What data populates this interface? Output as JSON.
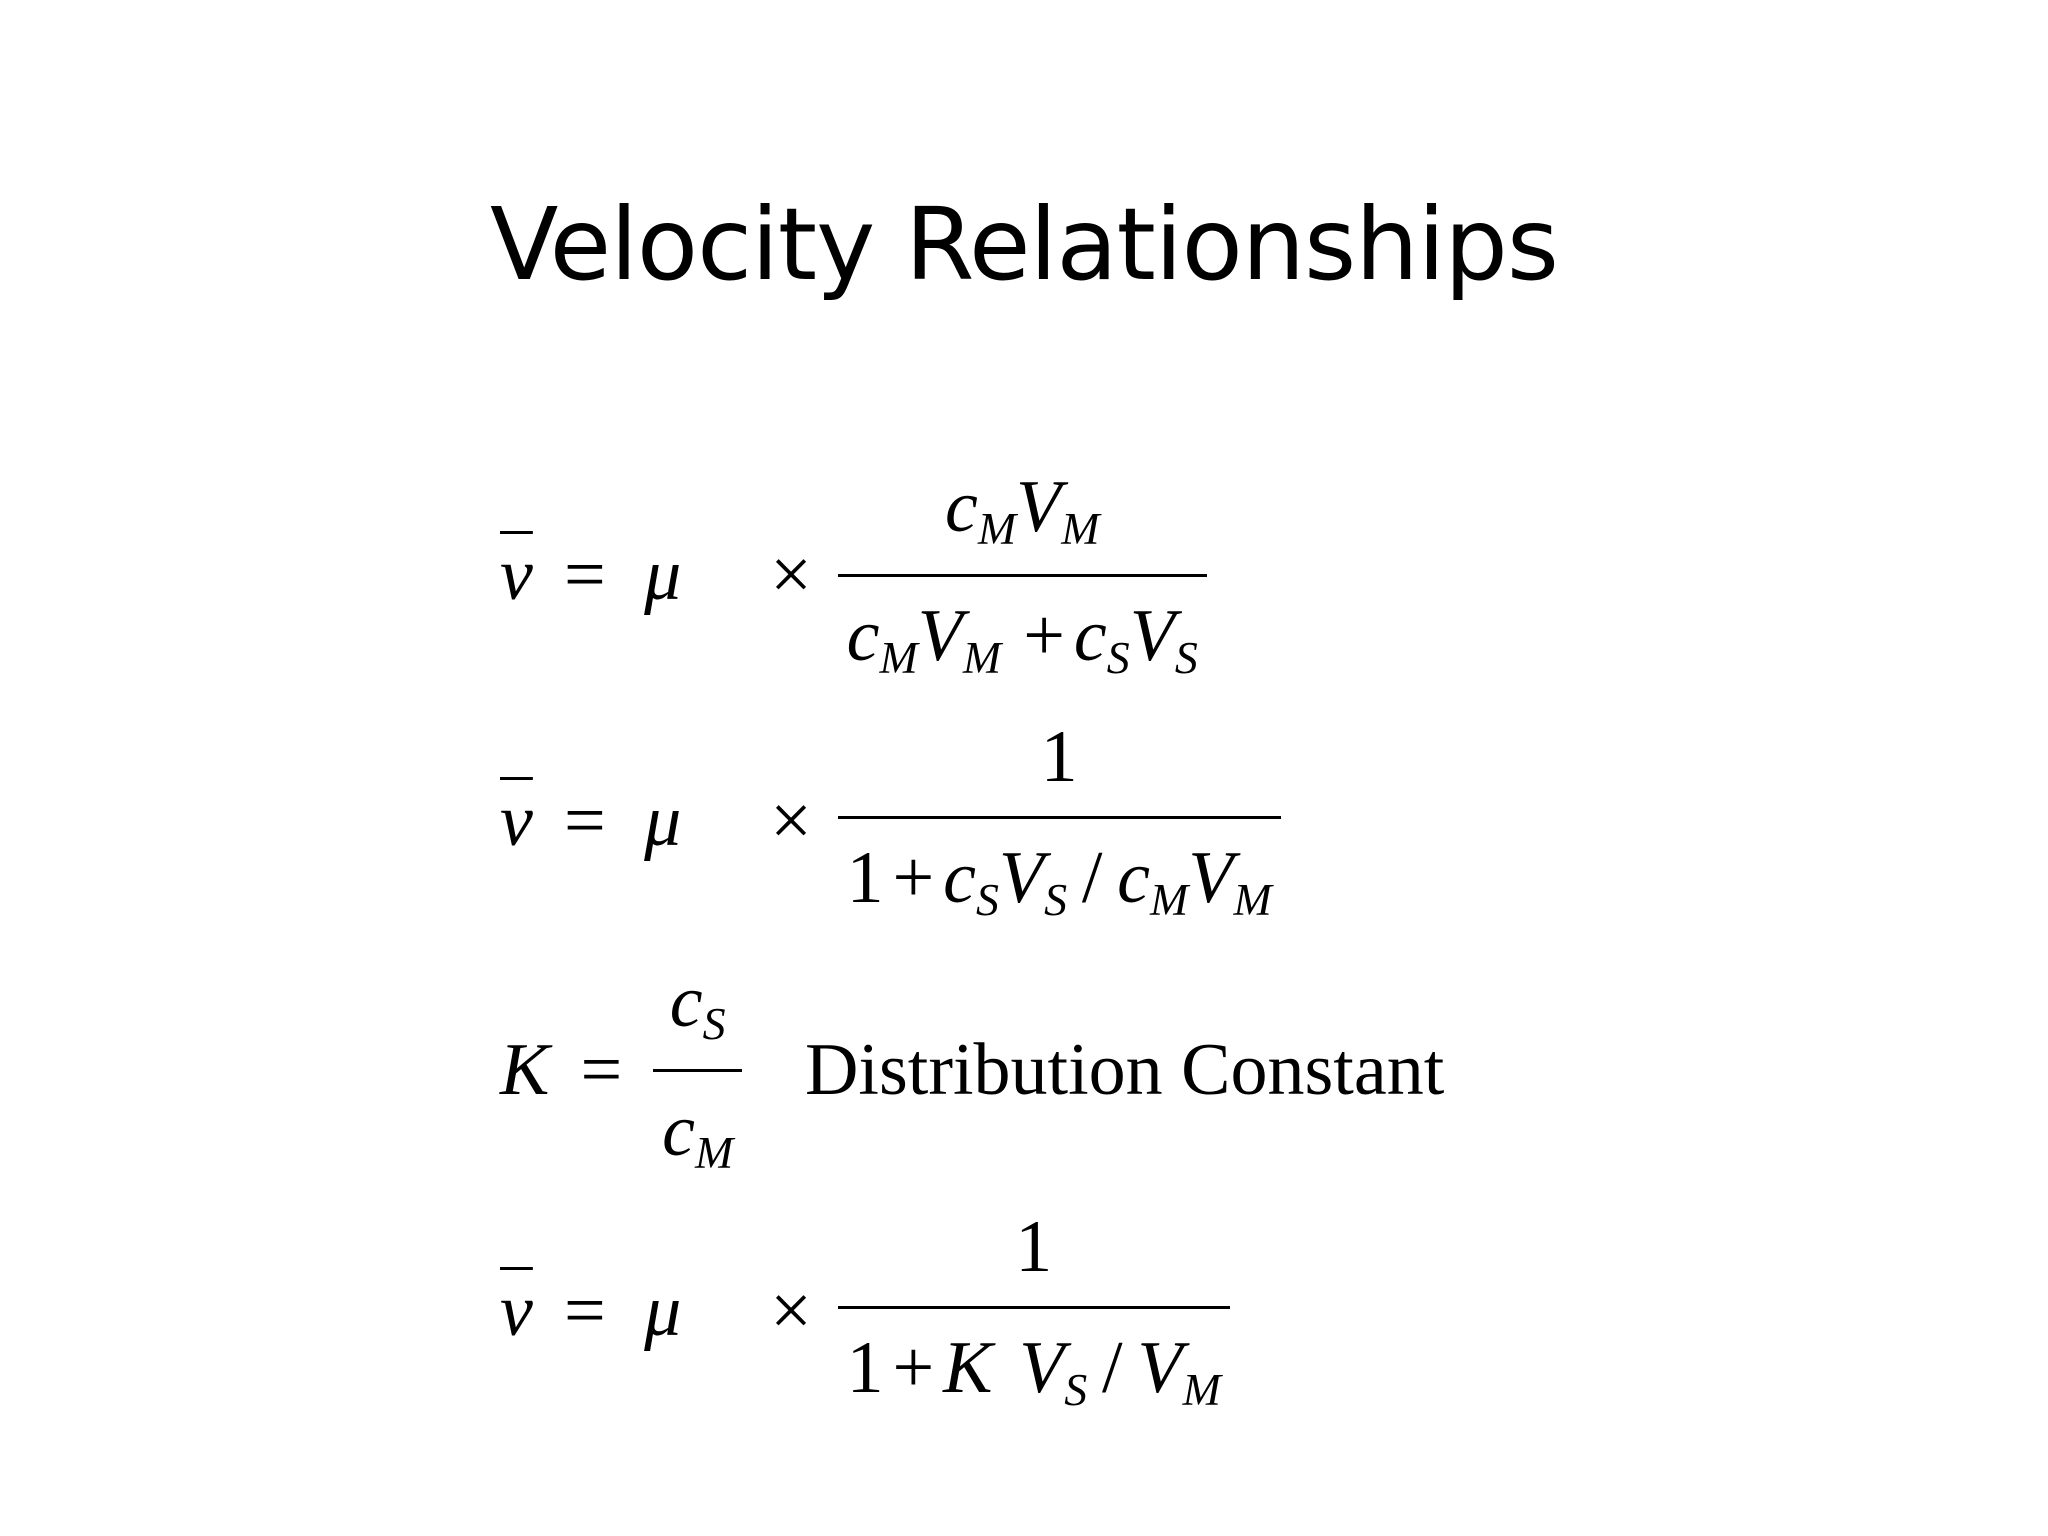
{
  "slide": {
    "title": "Velocity Relationships"
  },
  "sym": {
    "v": "v",
    "eq": "=",
    "mu": "μ",
    "times": "×",
    "plus": "+",
    "slash": "/",
    "c": "c",
    "V": "V",
    "K": "K",
    "M": "M",
    "S": "S",
    "one": "1"
  },
  "eq3": {
    "label": "Distribution Constant"
  }
}
